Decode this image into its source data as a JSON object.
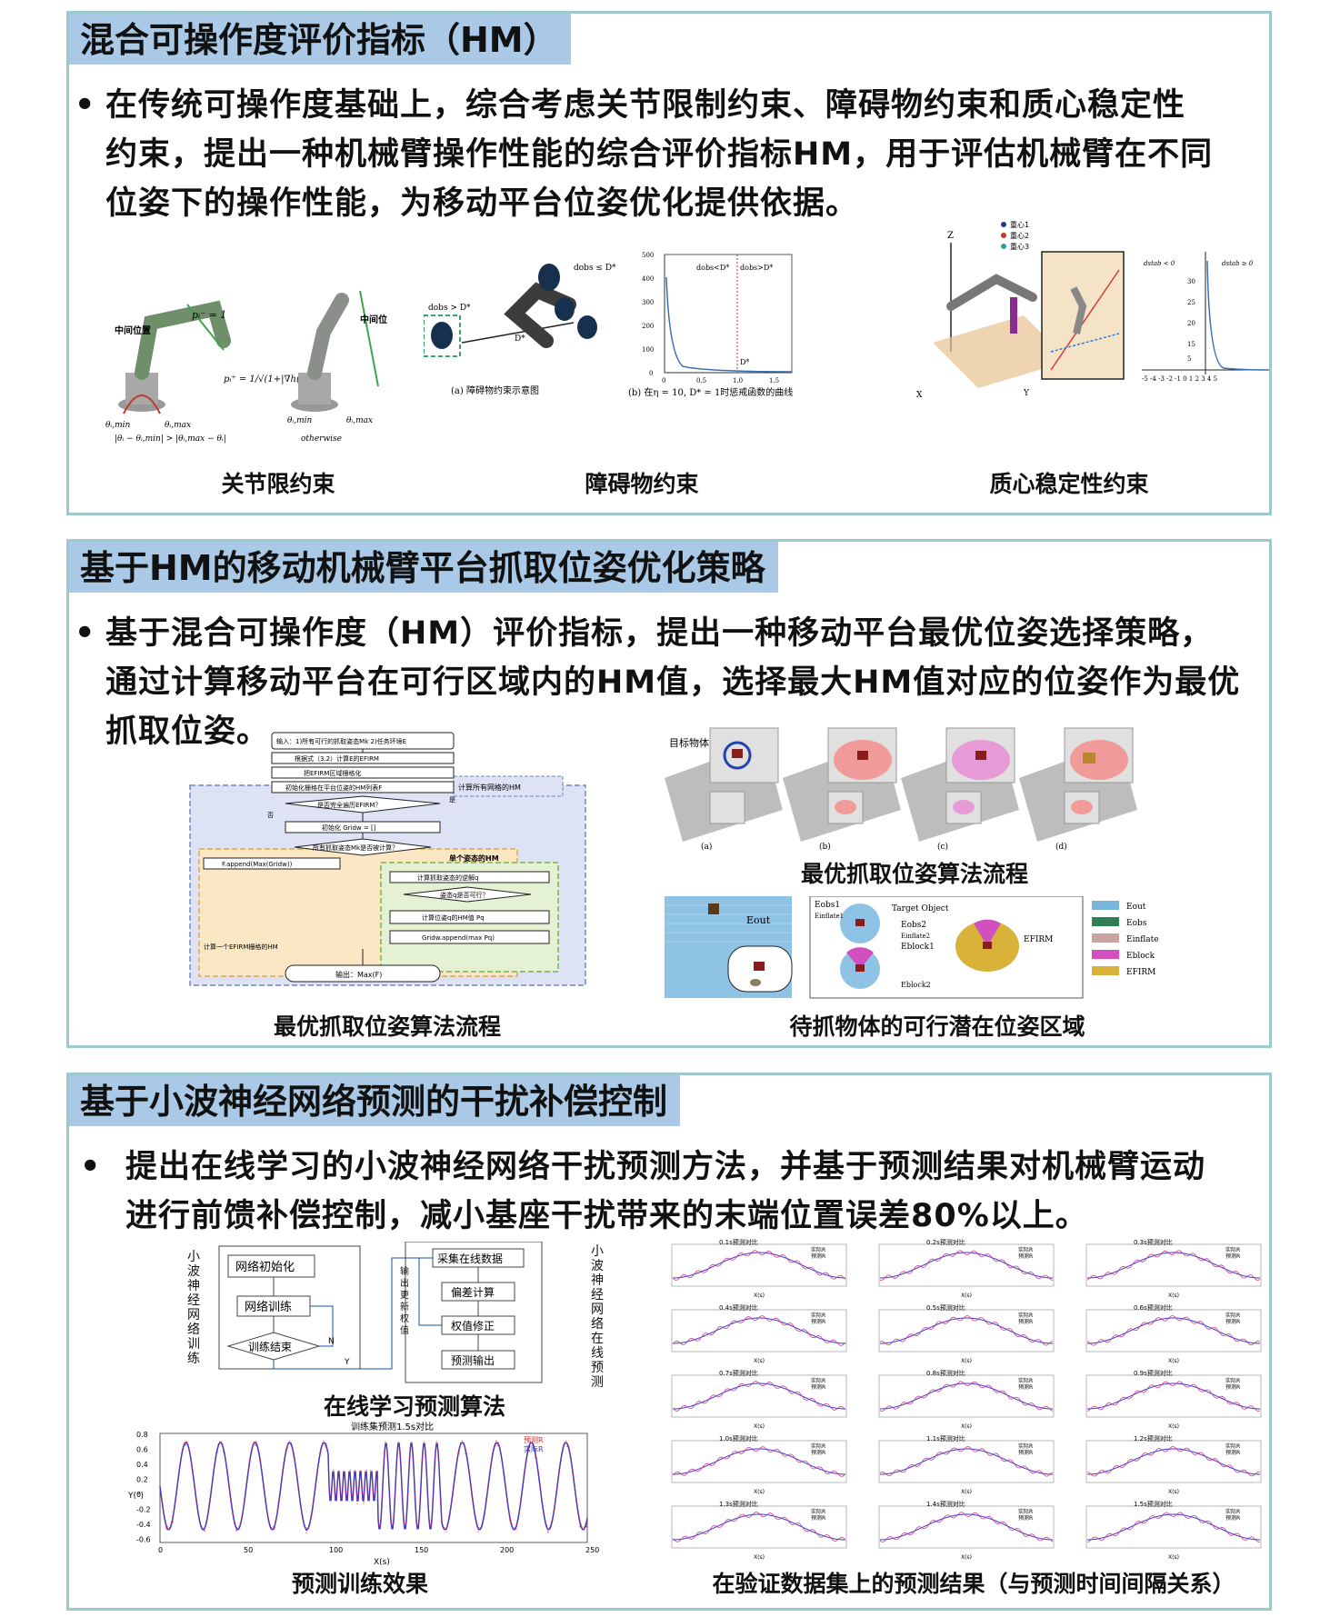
{
  "section1": {
    "title": "混合可操作度评价指标（HM）",
    "bullet_lines": [
      "在传统可操作度基础上，综合考虑关节限制约束、障碍物约束和质心稳定性",
      "约束，提出一种机械臂操作性能的综合评价指标HM，用于评估机械臂在不同",
      "位姿下的操作性能，为移动平台位姿优化提供依据。"
    ],
    "captions": [
      "关节限约束",
      "障碍物约束",
      "质心稳定性约束"
    ],
    "fig_labels": {
      "mid_position": "中间位置",
      "otherwise": "otherwise",
      "obs_a": "(a) 障碍物约束示意图",
      "obs_b": "(b) 在η = 10, D* = 1时惩戒函数的曲线",
      "dobs_le": "dobs ≤ D*",
      "dobs_gt": "dobs > D*",
      "legend_1": "重心1",
      "legend_2": "重心2",
      "legend_3": "重心3"
    }
  },
  "section2": {
    "title": "基于HM的移动机械臂平台抓取位姿优化策略",
    "bullet_lines": [
      "基于混合可操作度（HM）评价指标，提出一种移动平台最优位姿选择策略，",
      "通过计算移动平台在可行区域内的HM值，选择最大HM值对应的位姿作为最优",
      "抓取位姿。"
    ],
    "captions": [
      "最优抓取位姿算法流程",
      "最优抓取位姿算法流程",
      "待抓物体的可行潜在位姿区域"
    ],
    "flow": {
      "input": "输入：1)所有可行的抓取姿态Mk  2)任务环境E",
      "step1": "根据式（3.2）计算E的EFIRM",
      "step2": "把EFIRM区域栅格化",
      "step3": "初始化栅格在平台位姿的HM列表F",
      "loop_label": "计算所有网格的HM",
      "cond1": "是否完全遍历EFIRM？",
      "yes": "是",
      "no": "否",
      "init_grid": "初始化 Gridw = []",
      "cond2": "所有抓取姿态Mk是否被计算？",
      "append": "F.append(Max(Gridw))",
      "single_pose": "单个姿态的HM",
      "ik": "计算抓取姿态的逆解q",
      "cond3": "姿态q是否可行？",
      "calc_hm": "计算位姿q的HM值 Pq",
      "grid_append": "Gridw.append(max Pq)",
      "calc_one": "计算一个EFIRM栅格的HM",
      "output": "输出：Max(F)"
    },
    "scene_labels": {
      "target": "目标物体",
      "a": "(a)",
      "b": "(b)",
      "c": "(c)",
      "d": "(d)"
    },
    "region": {
      "eout": "Eout",
      "eobs1": "Eobs1",
      "einflate1": "Einflate1",
      "target_object": "Target Object",
      "eobs2": "Eobs2",
      "einflate2": "Einflate2",
      "eblock1": "Eblock1",
      "eblock2": "Eblock2",
      "efirm": "EFIRM",
      "legend": [
        "Eout",
        "Eobs",
        "Einflate",
        "Eblock",
        "EFIRM"
      ],
      "legend_colors": [
        "#7ab6dc",
        "#2f7f55",
        "#c9a3a0",
        "#d24fc0",
        "#d9b23a"
      ]
    }
  },
  "section3": {
    "title": "基于小波神经网络预测的干扰补偿控制",
    "bullet_lines": [
      "提出在线学习的小波神经网络干扰预测方法，并基于预测结果对机械臂运动",
      "进行前馈补偿控制，减小基座干扰带来的末端位置误差80%以上。"
    ],
    "captions": [
      "在线学习预测算法",
      "预测训练效果",
      "在验证数据集上的预测结果（与预测时间间隔关系）"
    ],
    "algo": {
      "left_vertical": "小波神经网络训练",
      "right_vertical": "小波神经网络在线预测",
      "mid_vertical": "输出更新权值",
      "left_steps": [
        "网络初始化",
        "网络训练",
        "训练结束"
      ],
      "right_steps": [
        "采集在线数据",
        "偏差计算",
        "权值修正",
        "预测输出"
      ],
      "y": "Y",
      "n": "N"
    },
    "train_chart": {
      "title": "训练集预测1.5s对比",
      "xlabel": "X(s)",
      "ylabel": "Y(°)",
      "yticks": [
        "0.8",
        "0.6",
        "0.4",
        "0.2",
        "0",
        "-0.2",
        "-0.4",
        "-0.6"
      ],
      "xticks": [
        "0",
        "50",
        "100",
        "150",
        "200",
        "250"
      ],
      "legend": [
        "预测R",
        "实际R"
      ]
    },
    "grid_titles": [
      "0.1s预测对比",
      "0.2s预测对比",
      "0.3s预测对比",
      "0.4s预测对比",
      "0.5s预测对比",
      "0.6s预测对比",
      "0.7s预测对比",
      "0.8s预测对比",
      "0.9s预测对比",
      "1.0s预测对比",
      "1.1s预测对比",
      "1.2s预测对比",
      "1.3s预测对比",
      "1.4s预测对比",
      "1.5s预测对比"
    ],
    "grid_legend": [
      "实际R",
      "预测R"
    ],
    "grid_xlabel": "X(s)"
  }
}
